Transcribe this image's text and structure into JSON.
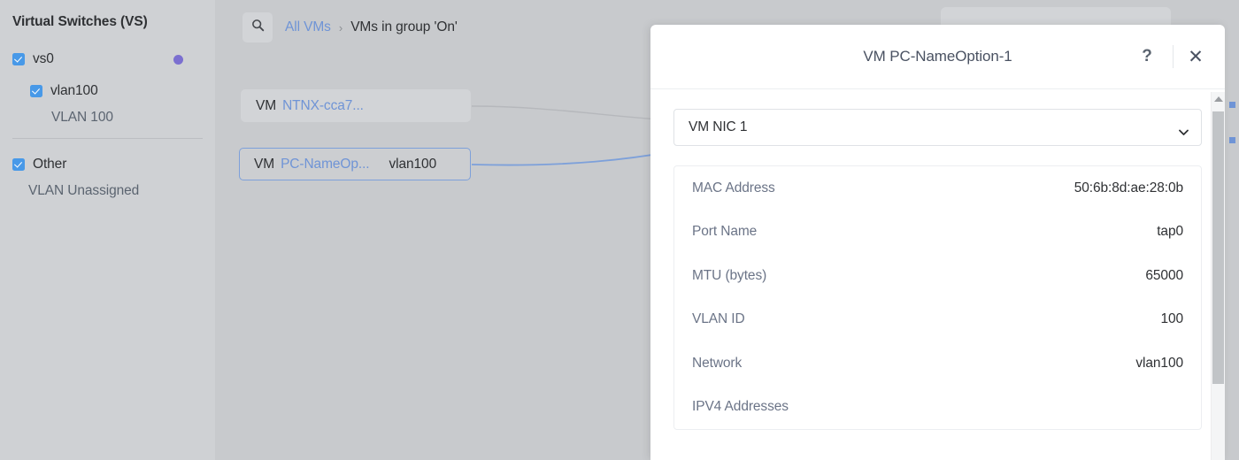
{
  "sidebar": {
    "title": "Virtual Switches (VS)",
    "groups": [
      {
        "name": "vs0",
        "checked": true,
        "has_status_dot": true,
        "status_color": "#7b6fd0",
        "children": [
          {
            "name": "vlan100",
            "checked": true,
            "sublabel": "VLAN 100"
          }
        ]
      },
      {
        "name": "Other",
        "checked": true,
        "has_status_dot": false,
        "children": [
          {
            "name": "",
            "checked": false,
            "sublabel": "VLAN Unassigned"
          }
        ]
      }
    ]
  },
  "toolbar": {
    "search_icon": "search-icon",
    "breadcrumb": {
      "link": "All VMs",
      "separator": "›",
      "current": "VMs in group 'On'"
    }
  },
  "canvas": {
    "nodes": [
      {
        "prefix": "VM",
        "name": "NTNX-cca7...",
        "vlan": "",
        "selected": false
      },
      {
        "prefix": "VM",
        "name": "PC-NameOp...",
        "vlan": "vlan100",
        "selected": true
      }
    ],
    "link_color_default": "#b6b8bc",
    "link_color_selected": "#7da0da"
  },
  "panel": {
    "title": "VM PC-NameOption-1",
    "help_label": "?",
    "close_label": "✕",
    "nic_selector": {
      "selected": "VM NIC 1",
      "options": [
        "VM NIC 1"
      ]
    },
    "details": [
      {
        "key": "MAC Address",
        "value": "50:6b:8d:ae:28:0b"
      },
      {
        "key": "Port Name",
        "value": "tap0"
      },
      {
        "key": "MTU (bytes)",
        "value": "65000"
      },
      {
        "key": "VLAN ID",
        "value": "100"
      },
      {
        "key": "Network",
        "value": "vlan100"
      },
      {
        "key": "IPV4 Addresses",
        "value": ""
      }
    ]
  },
  "colors": {
    "accent_blue": "#6f94d6",
    "checkbox_blue": "#4899e8",
    "status_purple": "#7b6fd0",
    "canvas_bg": "#c8cacd",
    "sidebar_bg": "#cfd1d4",
    "panel_bg": "#ffffff"
  }
}
